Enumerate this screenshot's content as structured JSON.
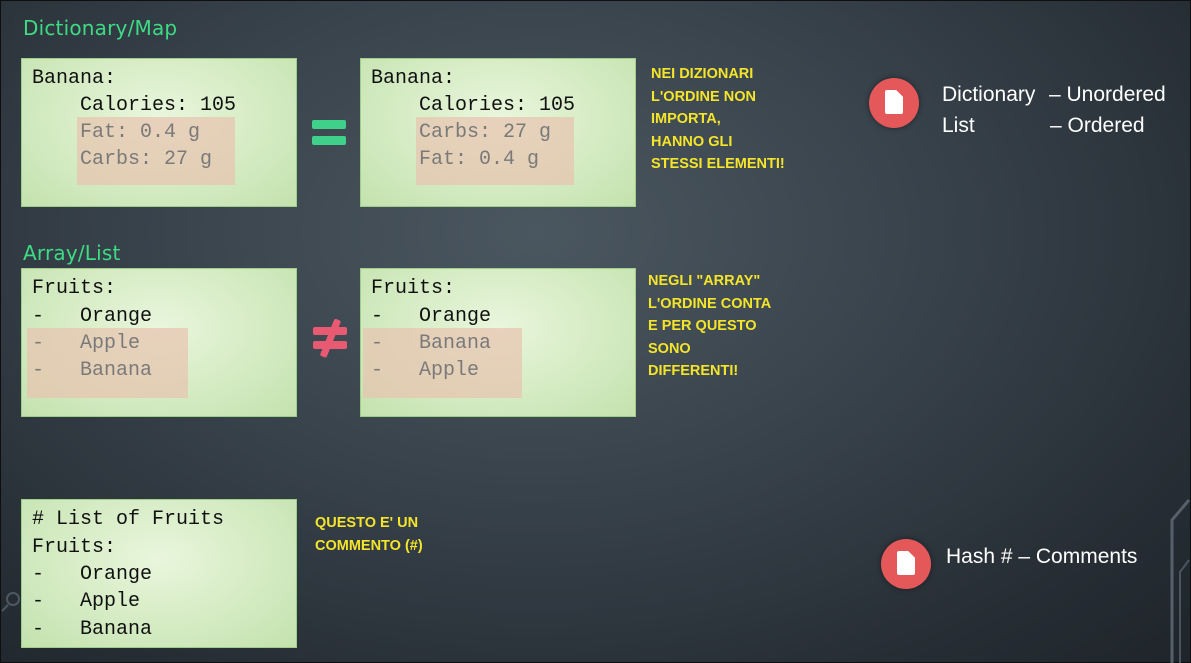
{
  "sections": {
    "dictionary_title": "Dictionary/Map",
    "array_title": "Array/List"
  },
  "dict_box_left": {
    "l1": "Banana:",
    "l2": "    Calories: 105",
    "l3": "    Fat: 0.4 g",
    "l4": "    Carbs: 27 g"
  },
  "dict_box_right": {
    "l1": "Banana:",
    "l2": "    Calories: 105",
    "l3": "    Carbs: 27 g",
    "l4": "    Fat: 0.4 g"
  },
  "dict_note": {
    "l1": "NEI DIZIONARI",
    "l2": "L'ORDINE NON",
    "l3": "IMPORTA,",
    "l4": "HANNO GLI",
    "l5": "STESSI ELEMENTI!"
  },
  "list_box_left": {
    "l1": "Fruits:",
    "l2": "-   Orange",
    "l3": "-   Apple",
    "l4": "-   Banana"
  },
  "list_box_right": {
    "l1": "Fruits:",
    "l2": "-   Orange",
    "l3": "-   Banana",
    "l4": "-   Apple"
  },
  "list_note": {
    "l1": "NEGLI \"ARRAY\"",
    "l2": "L'ORDINE CONTA",
    "l3": "E PER QUESTO",
    "l4": "SONO",
    "l5": "DIFFERENTI!"
  },
  "comment_box": {
    "l1": "# List of Fruits",
    "l2": "Fruits:",
    "l3": "-   Orange",
    "l4": "-   Apple",
    "l5": "-   Banana"
  },
  "comment_note": {
    "l1": "QUESTO E' UN",
    "l2": "COMMENTO (#)"
  },
  "legend": {
    "dict_word": "Dictionary",
    "dict_desc": "– Unordered",
    "list_word": "List",
    "list_desc": "– Ordered",
    "hash_text": "Hash # – Comments"
  },
  "icons": {
    "top": "document-icon",
    "bottom": "document-icon"
  },
  "colors": {
    "section_title": "#3ddc84",
    "note_text": "#f5e52a",
    "equal_sign": "#3fd18a",
    "not_equal_sign": "#e85a72",
    "icon_circle": "#e4585a",
    "box_fill": "#cfe8bc",
    "highlight": "#e7c4b0"
  }
}
